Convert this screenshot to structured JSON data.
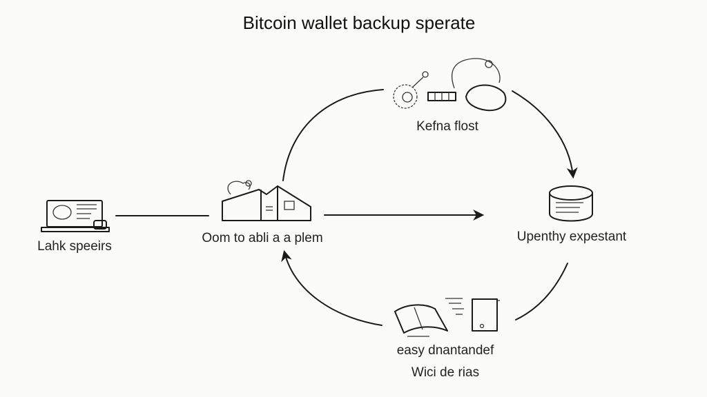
{
  "title": "Bitcoin wallet backup sperate",
  "nodes": {
    "laptop": {
      "label": "Lahk speeirs",
      "icon": "laptop-icon"
    },
    "building": {
      "label": "Oom to abli a a plem",
      "icon": "building-icon"
    },
    "top": {
      "label": "Kefna flost",
      "icon": "key-lock-icon"
    },
    "database": {
      "label": "Upenthy expestant",
      "icon": "database-icon"
    },
    "bottom": {
      "label": "easy dnantandef",
      "label2": "Wici de rias",
      "icon": "book-device-icon"
    }
  }
}
